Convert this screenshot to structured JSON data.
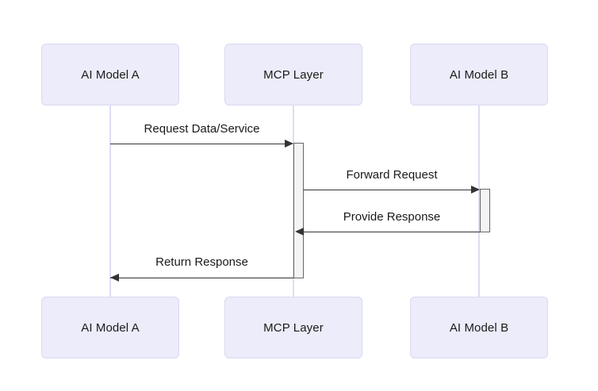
{
  "diagram": {
    "type": "sequence-diagram",
    "background_color": "#ffffff",
    "participant_fill": "#ececfa",
    "participant_border": "#d9d9f3",
    "lifeline_color": "#ddddf5",
    "message_color": "#333333",
    "activation_fill": "#f4f4f4",
    "activation_border": "#666666",
    "participants": [
      {
        "id": "model-a",
        "label": "AI Model A"
      },
      {
        "id": "mcp-layer",
        "label": "MCP Layer"
      },
      {
        "id": "model-b",
        "label": "AI Model B"
      }
    ],
    "participants_bottom": [
      {
        "id": "model-a",
        "label": "AI Model A"
      },
      {
        "id": "mcp-layer",
        "label": "MCP Layer"
      },
      {
        "id": "model-b",
        "label": "AI Model B"
      }
    ],
    "messages": [
      {
        "id": "msg-1",
        "label": "Request Data/Service",
        "from": "model-a",
        "to": "mcp-layer",
        "direction": "right"
      },
      {
        "id": "msg-2",
        "label": "Forward Request",
        "from": "mcp-layer",
        "to": "model-b",
        "direction": "right"
      },
      {
        "id": "msg-3",
        "label": "Provide Response",
        "from": "model-b",
        "to": "mcp-layer",
        "direction": "left"
      },
      {
        "id": "msg-4",
        "label": "Return Response",
        "from": "mcp-layer",
        "to": "model-a",
        "direction": "left"
      }
    ]
  }
}
